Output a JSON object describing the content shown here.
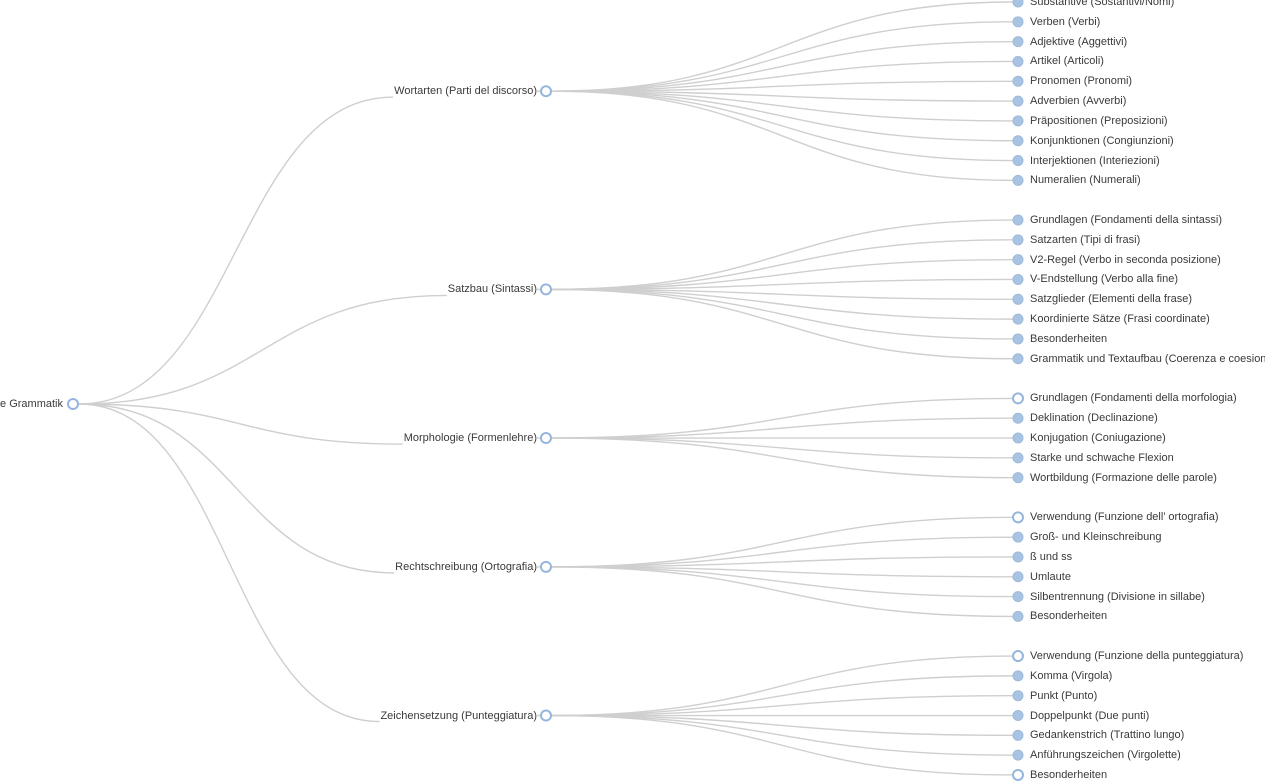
{
  "colors": {
    "background": "#ffffff",
    "link": "#cfcfcf",
    "node_fill": "#a9c3e2",
    "node_stroke": "#9db9dc",
    "hollow_node_stroke": "#95b6dc",
    "text": "#3a3a3a"
  },
  "tree": {
    "root": {
      "label": "che Grammatik",
      "node_type": "hollow"
    },
    "branches": [
      {
        "label": "Wortarten (Parti del discorso)",
        "node_type": "hollow",
        "leaves": [
          {
            "label": "Substantive (Sostantivi/Nomi)",
            "node_type": "filled"
          },
          {
            "label": "Verben (Verbi)",
            "node_type": "filled"
          },
          {
            "label": "Adjektive (Aggettivi)",
            "node_type": "filled"
          },
          {
            "label": "Artikel (Articoli)",
            "node_type": "filled"
          },
          {
            "label": "Pronomen (Pronomi)",
            "node_type": "filled"
          },
          {
            "label": "Adverbien (Avverbi)",
            "node_type": "filled"
          },
          {
            "label": "Präpositionen (Preposizioni)",
            "node_type": "filled"
          },
          {
            "label": "Konjunktionen (Congiunzioni)",
            "node_type": "filled"
          },
          {
            "label": "Interjektionen (Interiezioni)",
            "node_type": "filled"
          },
          {
            "label": "Numeralien (Numerali)",
            "node_type": "filled"
          }
        ]
      },
      {
        "label": "Satzbau (Sintassi)",
        "node_type": "hollow",
        "leaves": [
          {
            "label": "Grundlagen (Fondamenti della sintassi)",
            "node_type": "filled"
          },
          {
            "label": "Satzarten (Tipi di frasi)",
            "node_type": "filled"
          },
          {
            "label": "V2-Regel (Verbo in seconda posizione)",
            "node_type": "filled"
          },
          {
            "label": "V-Endstellung (Verbo alla fine)",
            "node_type": "filled"
          },
          {
            "label": "Satzglieder (Elementi della frase)",
            "node_type": "filled"
          },
          {
            "label": "Koordinierte Sätze (Frasi coordinate)",
            "node_type": "filled"
          },
          {
            "label": "Besonderheiten",
            "node_type": "filled"
          },
          {
            "label": "Grammatik und Textaufbau (Coerenza e coesione testu",
            "node_type": "filled"
          }
        ]
      },
      {
        "label": "Morphologie (Formenlehre)",
        "node_type": "hollow",
        "leaves": [
          {
            "label": "Grundlagen (Fondamenti della morfologia)",
            "node_type": "hollow"
          },
          {
            "label": "Deklination (Declinazione)",
            "node_type": "filled"
          },
          {
            "label": "Konjugation (Coniugazione)",
            "node_type": "filled"
          },
          {
            "label": "Starke und schwache Flexion",
            "node_type": "filled"
          },
          {
            "label": "Wortbildung (Formazione delle parole)",
            "node_type": "filled"
          }
        ]
      },
      {
        "label": "Rechtschreibung (Ortografia)",
        "node_type": "hollow",
        "leaves": [
          {
            "label": "Verwendung (Funzione dell’ ortografia)",
            "node_type": "hollow"
          },
          {
            "label": "Groß- und Kleinschreibung",
            "node_type": "filled"
          },
          {
            "label": "ß und ss",
            "node_type": "filled"
          },
          {
            "label": "Umlaute",
            "node_type": "filled"
          },
          {
            "label": "Silbentrennung (Divisione in sillabe)",
            "node_type": "filled"
          },
          {
            "label": "Besonderheiten",
            "node_type": "filled"
          }
        ]
      },
      {
        "label": "Zeichensetzung (Punteggiatura)",
        "node_type": "hollow",
        "leaves": [
          {
            "label": "Verwendung (Funzione della punteggiatura)",
            "node_type": "hollow"
          },
          {
            "label": "Komma (Virgola)",
            "node_type": "filled"
          },
          {
            "label": "Punkt (Punto)",
            "node_type": "filled"
          },
          {
            "label": "Doppelpunkt (Due punti)",
            "node_type": "filled"
          },
          {
            "label": "Gedankenstrich (Trattino lungo)",
            "node_type": "filled"
          },
          {
            "label": "Anführungszeichen (Virgolette)",
            "node_type": "filled"
          },
          {
            "label": "Besonderheiten",
            "node_type": "hollow"
          }
        ]
      }
    ]
  }
}
